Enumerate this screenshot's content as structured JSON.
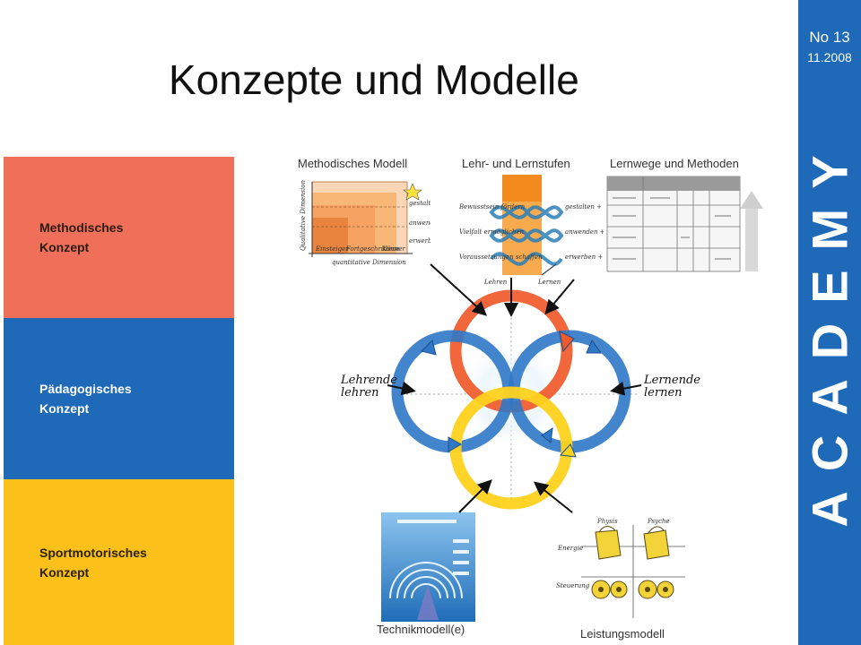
{
  "title": "Konzepte und Modelle",
  "concepts": [
    {
      "line1": "Methodisches",
      "line2": "Konzept",
      "color": "#f06f58"
    },
    {
      "line1": "Pädagogisches",
      "line2": "Konzept",
      "color": "#1e6ab8"
    },
    {
      "line1": "Sportmotorisches",
      "line2": "Konzept",
      "color": "#fbc01a"
    }
  ],
  "sidebar": {
    "issue": "No 13",
    "date": "11.2008",
    "brand": "ACADEMY"
  },
  "thumbnails": {
    "methodisch": {
      "label": "Methodisches Modell",
      "y_axis": "Qualitative Dimension",
      "x_axis": "quantitative Dimension",
      "columns": [
        "Einsteiger",
        "Fortgeschrittene",
        "Könner"
      ],
      "levels": [
        "gestalten + ergänzen",
        "anwenden + variieren",
        "erwerben + festigen"
      ]
    },
    "stufen": {
      "label": "Lehr- und Lernstufen",
      "left": [
        "Bewusstsein fördern",
        "Vielfalt ermöglichen",
        "Voraussetzungen schaffen"
      ],
      "right": [
        "gestalten + ergänzen",
        "anwenden + variieren",
        "erwerben + festigen"
      ],
      "bottom": [
        "Lehren",
        "Lernen"
      ]
    },
    "lernwege": {
      "label": "Lernwege und Methoden"
    },
    "technik": {
      "label": "Technikmodell(e)"
    },
    "leistung": {
      "label": "Leistungsmodell",
      "cols": [
        "Physis",
        "Psyche"
      ],
      "rows": [
        "Energie",
        "Steuerung"
      ]
    }
  },
  "center": {
    "left": [
      "Lehrende",
      "lehren"
    ],
    "right": [
      "Lernende",
      "lernen"
    ]
  },
  "colors": {
    "red": "#f05a2a",
    "blue": "#2f78c8",
    "yellow": "#ffd21e"
  }
}
